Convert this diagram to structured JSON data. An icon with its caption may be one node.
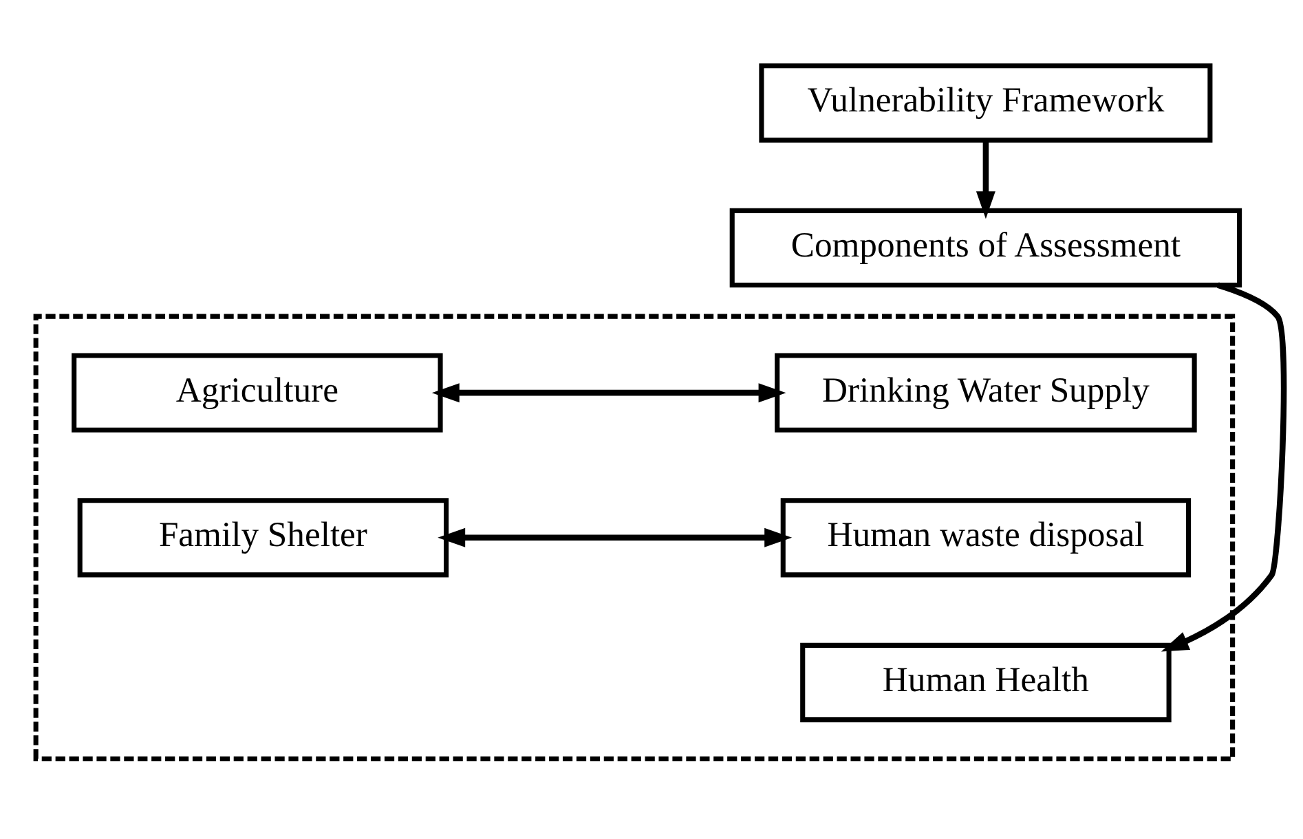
{
  "diagram": {
    "nodes": [
      {
        "text": [
          "Vulnerability Framework"
        ]
      },
      {
        "text": [
          "Components of Assessment"
        ]
      },
      {
        "text": [],
        "shape": "box"
      },
      {
        "text": [
          "Agriculture"
        ],
        "in": 2
      },
      {
        "text": [
          "Drinking Water Supply"
        ],
        "in": 2
      },
      {
        "text": [
          "Family Shelter"
        ],
        "in": 2
      },
      {
        "text": [
          "Human waste disposal"
        ],
        "in": 2
      },
      {
        "text": [
          "Human Health"
        ],
        "in": 2
      }
    ],
    "edges": [
      {
        "from": 0,
        "to": 1,
        "arrow": "to"
      },
      {
        "from": 1,
        "to": 7,
        "arrow": "to"
      },
      {
        "from": 3,
        "to": 4,
        "arrow": "both"
      },
      {
        "from": 5,
        "to": 6,
        "arrow": "both"
      }
    ]
  }
}
